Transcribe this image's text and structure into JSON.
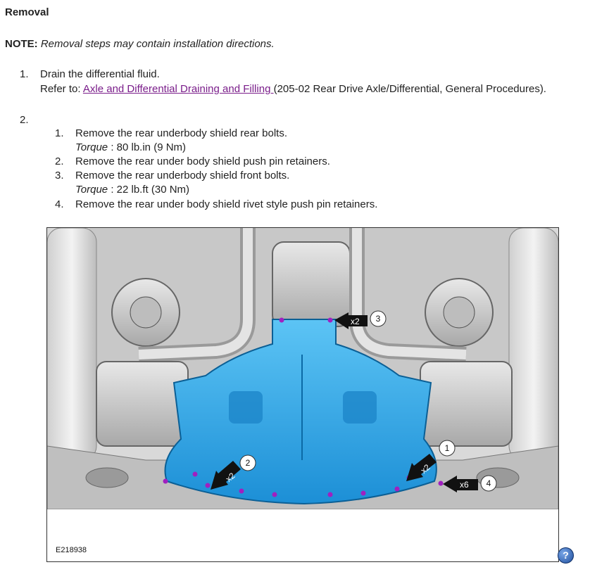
{
  "heading": "Removal",
  "note": {
    "label": "NOTE:",
    "text": "Removal steps may contain installation directions."
  },
  "steps": [
    {
      "number": "1.",
      "text": "Drain the differential fluid.",
      "refer_prefix": "Refer to: ",
      "refer_link": "Axle and Differential Draining and Filling ",
      "refer_suffix": "(205-02 Rear Drive Axle/Differential, General Procedures)."
    },
    {
      "number": "2."
    }
  ],
  "substeps": [
    {
      "number": "1.",
      "text": "Remove the rear underbody shield rear bolts.",
      "torque_label": "Torque",
      "torque_value": " : 80 lb.in (9 Nm)"
    },
    {
      "number": "2.",
      "text": "Remove the rear under body shield push pin retainers."
    },
    {
      "number": "3.",
      "text": "Remove the rear underbody shield front bolts.",
      "torque_label": "Torque",
      "torque_value": " : 22 lb.ft (30 Nm)"
    },
    {
      "number": "4.",
      "text": "Remove the rear under body shield rivet style push pin retainers."
    }
  ],
  "figure": {
    "id": "E218938",
    "callouts": [
      {
        "num": "1",
        "qty": "x2"
      },
      {
        "num": "2",
        "qty": "x2"
      },
      {
        "num": "3",
        "qty": "x2"
      },
      {
        "num": "4",
        "qty": "x6"
      }
    ],
    "shield_color": "#2aa3e6"
  },
  "help_glyph": "?"
}
